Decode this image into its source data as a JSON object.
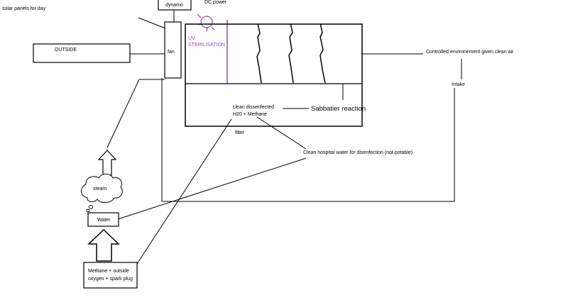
{
  "labels": {
    "solar_panels": "solar panels for day",
    "dynamo": "dynamo",
    "dc_power": "DC power",
    "uv_line1": "UV",
    "uv_line2": "STERILISATION",
    "outside": "OUTSIDE",
    "fan": "fan",
    "controlled_env": "Controlled environement given clean air",
    "intake": "Intake",
    "clean_line1": "clean dissenfected",
    "clean_line2": "H20 + Methane",
    "sabbatier": "Sabbatier reaction",
    "filter": "filter",
    "hospital_water": "Clean hospital water for disenfection (not potable)",
    "steam": "steam",
    "water": "Water",
    "methane_line1": "Methane + outside",
    "methane_line2": "oxygen + spark plug"
  },
  "colors": {
    "ink": "#000000",
    "uv": "#a040c0"
  }
}
